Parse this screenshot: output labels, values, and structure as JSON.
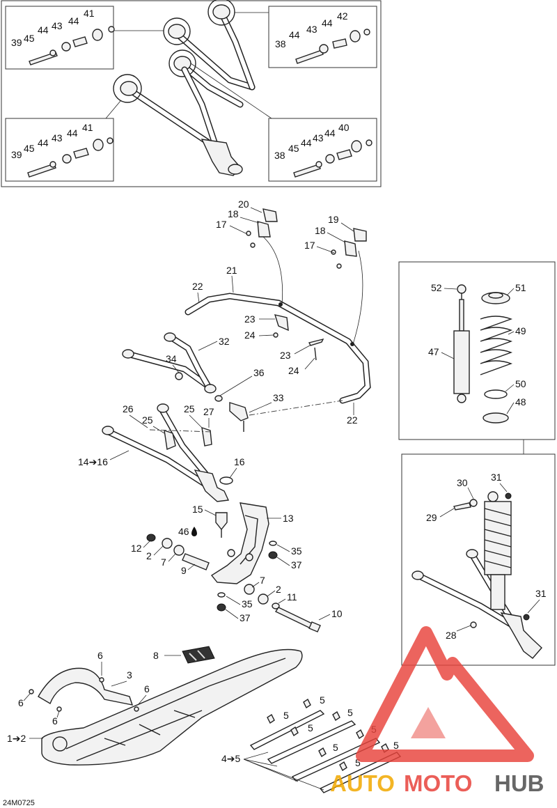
{
  "diagram": {
    "code": "24M0725",
    "colors": {
      "line": "#222222",
      "watermark_red": "#e8433b",
      "watermark_orange": "#f2a900",
      "watermark_grey": "#4d4d4d"
    }
  },
  "watermark": {
    "part1": "AUTO",
    "part2": "MOTO",
    "part3": "HUB"
  },
  "boxes": {
    "top_left": {
      "labels": [
        "41",
        "45",
        "44",
        "43",
        "44",
        "39"
      ]
    },
    "top_right": {
      "labels": [
        "42",
        "44",
        "43",
        "44",
        "38"
      ]
    },
    "bottom_left": {
      "labels": [
        "41",
        "44",
        "43",
        "44",
        "45",
        "39"
      ]
    },
    "bottom_right": {
      "labels": [
        "40",
        "44",
        "43",
        "44",
        "45",
        "38"
      ]
    },
    "shock_kit": {
      "labels": [
        "52",
        "51",
        "49",
        "47",
        "50",
        "48"
      ]
    },
    "assembly": {
      "labels": [
        "30",
        "31",
        "29",
        "31",
        "28"
      ]
    }
  },
  "callouts": {
    "c20": "20",
    "c18a": "18",
    "c17a": "17",
    "c19": "19",
    "c18b": "18",
    "c17b": "17",
    "c21": "21",
    "c22a": "22",
    "c23a": "23",
    "c24a": "24",
    "c23b": "23",
    "c24b": "24",
    "c32": "32",
    "c34": "34",
    "c36": "36",
    "c33": "33",
    "c22b": "22",
    "c26": "26",
    "c25a": "25",
    "c25b": "25",
    "c27": "27",
    "c14": "14➔16",
    "c16": "16",
    "c15": "15",
    "c13": "13",
    "c46": "46",
    "c12": "12",
    "c2a": "2",
    "c7a": "7",
    "c9": "9",
    "c35a": "35",
    "c37a": "37",
    "c7b": "7",
    "c2b": "2",
    "c11": "11",
    "c35b": "35",
    "c37b": "37",
    "c10": "10",
    "c8": "8",
    "c6a": "6",
    "c3": "3",
    "c6b": "6",
    "c6c": "6",
    "c6d": "6",
    "c1": "1➔2",
    "c5a": "5",
    "c5b": "5",
    "c5c": "5",
    "c5d": "5",
    "c5e": "5",
    "c5f": "5",
    "c5g": "5",
    "c5h": "5",
    "c4": "4➔5"
  }
}
